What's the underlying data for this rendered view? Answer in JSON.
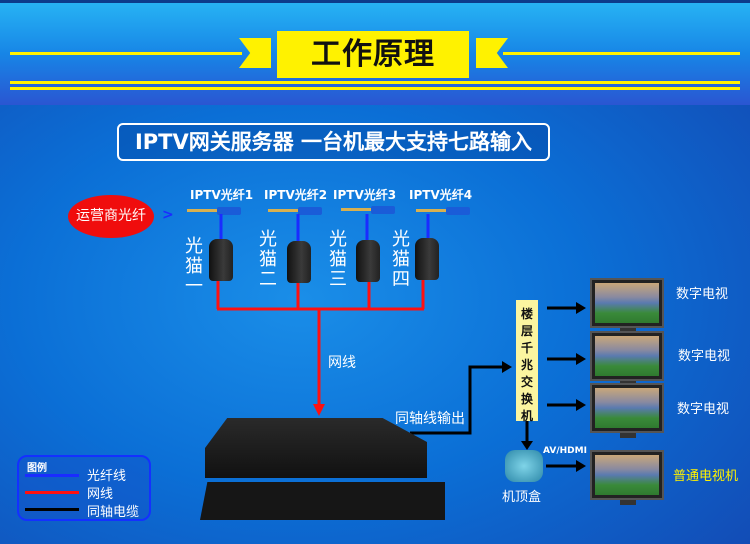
{
  "header": {
    "title": "工作原理",
    "subtitle": "IPTV网关服务器 一台机最大支持七路输入"
  },
  "source": {
    "label": "运营商光纤",
    "arrow": ">"
  },
  "fibers": [
    "IPTV光纤1",
    "IPTV光纤2",
    "IPTV光纤3",
    "IPTV光纤4"
  ],
  "modems": [
    "光猫一",
    "光猫二",
    "光猫三",
    "光猫四"
  ],
  "network_label": "网线",
  "coax_output_label": "同轴线输出",
  "switch_label": "楼层千兆交换机",
  "stb_label": "机顶盒",
  "av_label": "AV/HDMI",
  "tvs": [
    "数字电视",
    "数字电视",
    "数字电视",
    "普通电视机"
  ],
  "legend": {
    "title": "图例",
    "items": [
      {
        "label": "光纤线",
        "color": "#1a2cff"
      },
      {
        "label": "网线",
        "color": "#ff1010"
      },
      {
        "label": "同轴电缆",
        "color": "#000000"
      }
    ]
  },
  "colors": {
    "accent": "#fff200",
    "fiber": "#1a2cff",
    "network": "#ff1010",
    "coax": "#000000"
  }
}
